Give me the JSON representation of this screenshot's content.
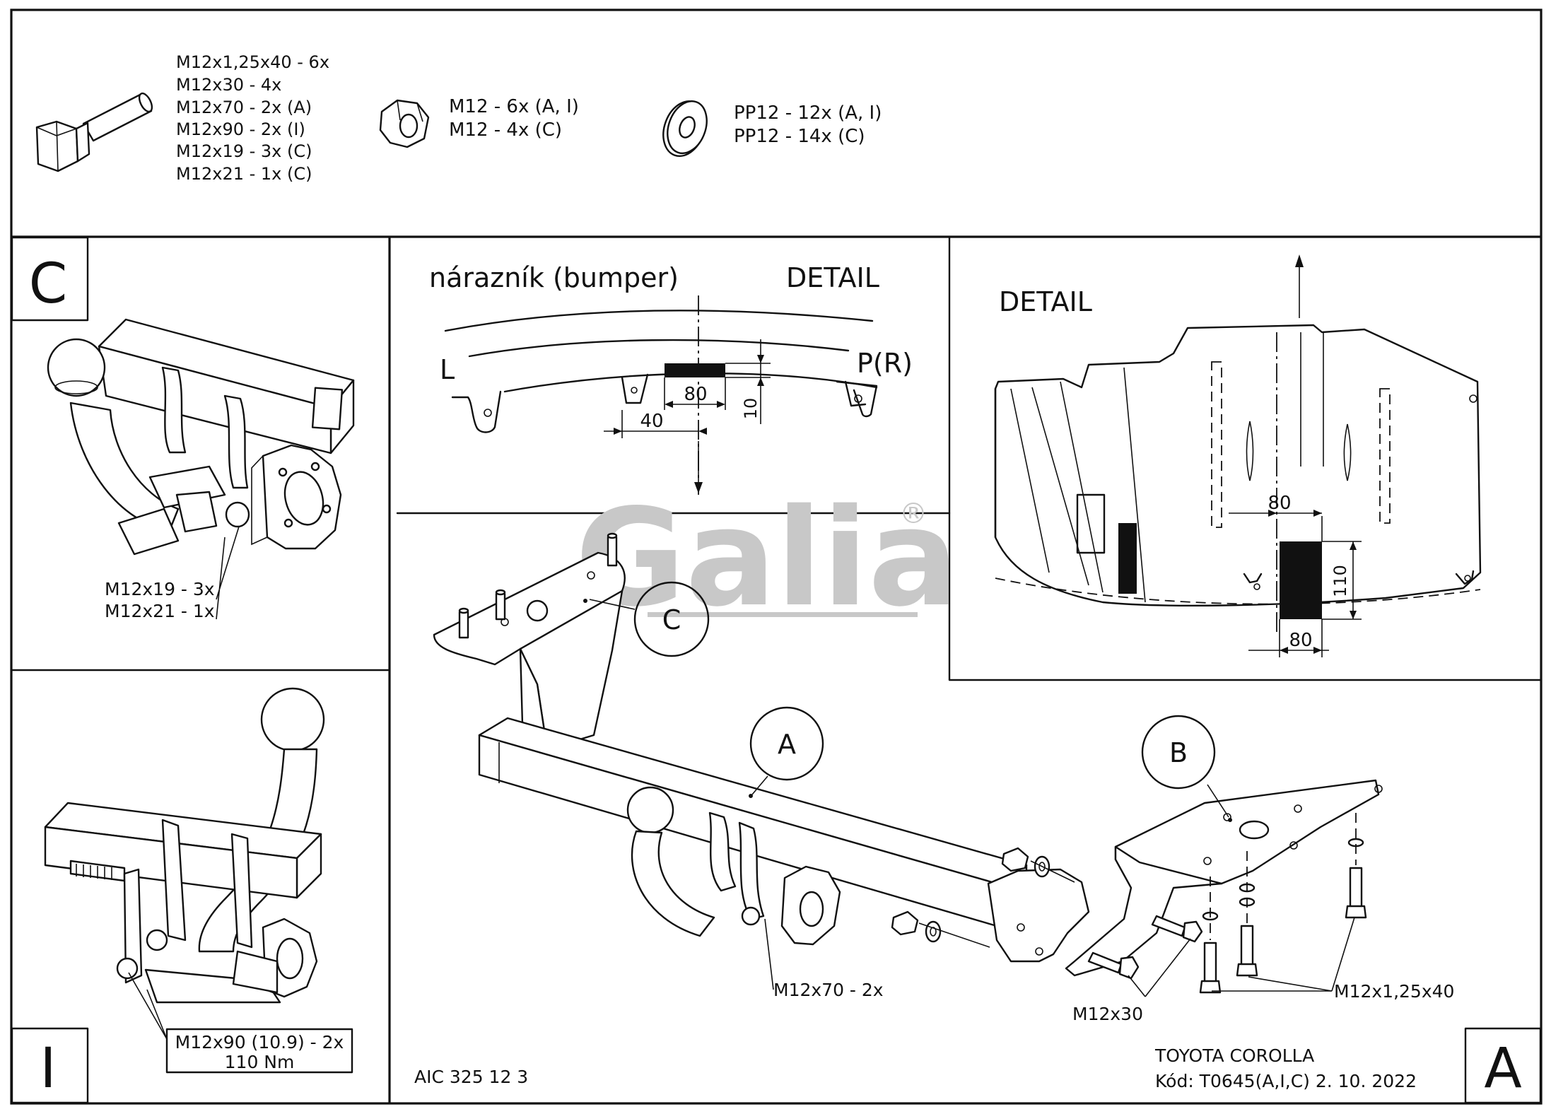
{
  "hardware": {
    "bolt_specs": [
      "M12x1,25x40 - 6x",
      "M12x30 - 4x",
      "M12x70 - 2x (A)",
      "M12x90 - 2x (I)",
      "M12x19 - 3x (C)",
      "M12x21 - 1x (C)"
    ],
    "nut_specs": [
      "M12 - 6x (A, I)",
      "M12 - 4x (C)"
    ],
    "washer_specs": [
      "PP12 - 12x (A, I)",
      "PP12 - 14x (C)"
    ]
  },
  "panel_c": {
    "corner_label": "C",
    "bolt_notes": [
      "M12x19 - 3x",
      "M12x21 - 1x"
    ]
  },
  "panel_i": {
    "corner_label": "I",
    "bolt_box": [
      "M12x90 (10.9) - 2x",
      "110 Nm"
    ]
  },
  "bumper_detail": {
    "bumper_label": "nárazník (bumper)",
    "title": "DETAIL",
    "left_label": "L",
    "right_label": "P(R)",
    "dims": {
      "width": "80",
      "offset": "40",
      "height": "10"
    }
  },
  "detail_right": {
    "title": "DETAIL",
    "dims": {
      "top": "80",
      "bottom": "80",
      "height": "110"
    }
  },
  "main_assembly": {
    "callouts": {
      "a": "A",
      "b": "B",
      "c": "C"
    },
    "bolt_labels": {
      "m12x70": "M12x70 - 2x",
      "m12x30": "M12x30",
      "m12x125x40": "M12x1,25x40"
    },
    "code": "AIC 325 12 3",
    "corner_label": "A",
    "vehicle": "TOYOTA COROLLA",
    "kod": "Kód: T0645(A,I,C)  2. 10. 2022"
  },
  "logo": {
    "text": "Galia",
    "mark": "®",
    "color": "#c8c8c8"
  }
}
